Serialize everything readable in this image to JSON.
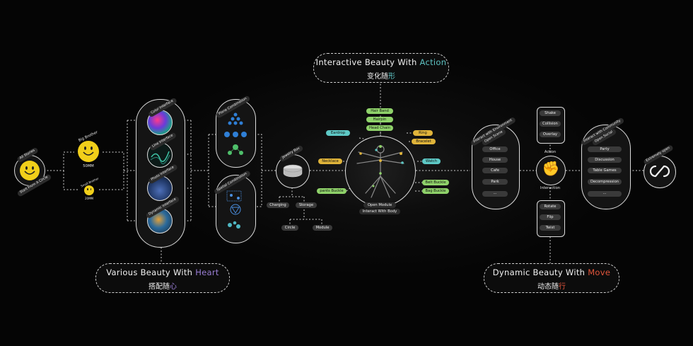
{
  "callouts": {
    "top": {
      "line1_pre": "Interactive Beauty With ",
      "line1_accent": "Action",
      "line2": "变化随",
      "line2_accent": "形",
      "accent": "#5ec2c2"
    },
    "left": {
      "line1_pre": "Various Beauty With ",
      "line1_accent": "Heart",
      "line2": "搭配随",
      "line2_accent": "心",
      "accent": "#9b7fd6"
    },
    "right": {
      "line1_pre": "Dynamic Beauty With ",
      "line1_accent": "Move",
      "line2": "动态随",
      "line2_accent": "行",
      "accent": "#e2553b"
    }
  },
  "start": {
    "top_label": "All Stories",
    "bottom_label": "Start From A Circle"
  },
  "big_brother": {
    "label": "Big Brother",
    "size": "50MM"
  },
  "small_brother": {
    "label": "Small Brother",
    "size": "20MM"
  },
  "interfaces": {
    "items": [
      "Color Interface",
      "Line Interface",
      "Photo Interface",
      "Dynamic Interface"
    ]
  },
  "combination": {
    "plane": "Plane Combination",
    "spatial": "Spatial Combination"
  },
  "jewelry_box": {
    "label": "Jewelry Box",
    "charging": "Charging",
    "storage": "Storage",
    "circle": "Circle",
    "module": "Module"
  },
  "body": {
    "open_module": "Open Module",
    "interact_body": "Interact With Body",
    "green_tags": [
      "Hair Band",
      "Hairpin",
      "Head Chain",
      "Belt Buckle",
      "Bag Buckle",
      "pants Buckle"
    ],
    "yellow_tags": [
      "Ring",
      "Bracelet",
      "Necklace"
    ],
    "teal_tags": [
      "Eardrop",
      "Watch"
    ],
    "colors": {
      "green": "#8fd26a",
      "yellow": "#e0b43a",
      "teal": "#5ec9c6"
    }
  },
  "environment": {
    "label1": "Interact with Environment",
    "label2": "Open Scene",
    "items": [
      "Office",
      "House",
      "Cafe",
      "Park",
      "···"
    ]
  },
  "action": {
    "top_items": [
      "Shake",
      "Collision",
      "Overlay"
    ],
    "label": "Action",
    "label2": "Interaction",
    "bottom_items": [
      "Rotate",
      "Flip",
      "Twist"
    ]
  },
  "community": {
    "label1": "Interact with Community",
    "label2": "Open Social",
    "items": [
      "Party",
      "Discussion",
      "Table Games",
      "Decompression",
      "···"
    ]
  },
  "end": {
    "label": "Extremely open",
    "icon": "infinity-link-icon"
  }
}
